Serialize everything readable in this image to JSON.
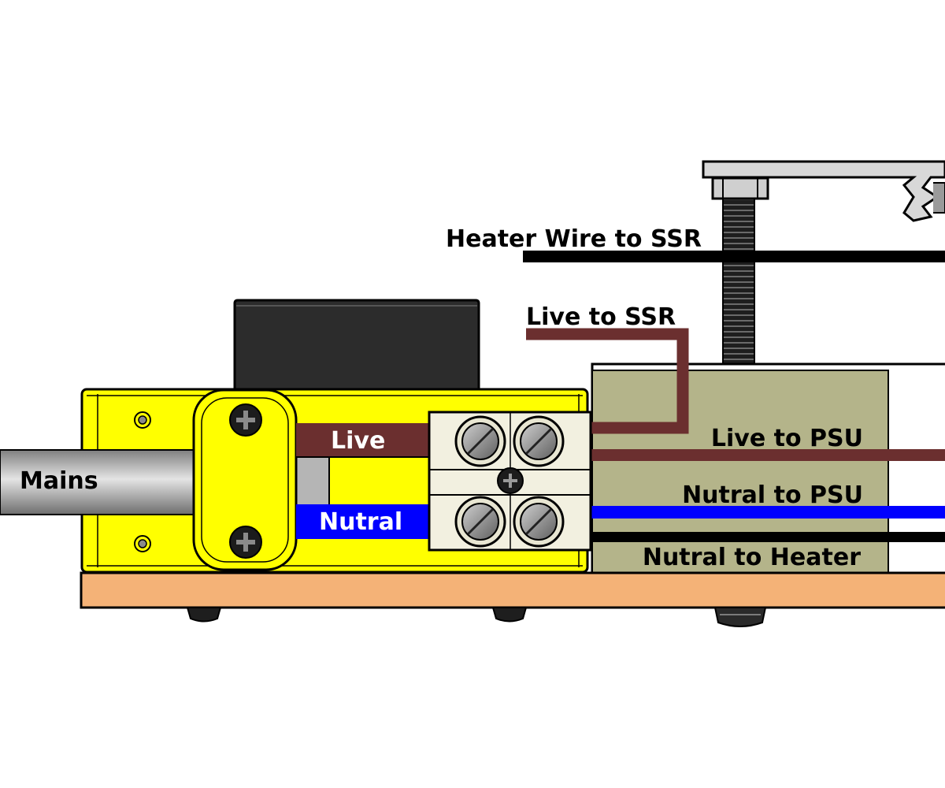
{
  "labels": {
    "mains": "Mains",
    "live": "Live",
    "nutral": "Nutral",
    "heater_wire_to_ssr": "Heater Wire to SSR",
    "live_to_ssr": "Live to SSR",
    "live_to_psu": "Live to PSU",
    "nutral_to_psu": "Nutral to PSU",
    "nutral_to_heater": "Nutral to Heater"
  },
  "colors": {
    "live_wire": "#6b2f2f",
    "nutral_wire": "#0000ff",
    "heater_wire": "#000000",
    "housing": "#ffff00",
    "base_plate": "#f4b277",
    "enclosure": "#b4b48a",
    "terminal_block": "#f2f0e0",
    "mains_cable": "#b5b5b5"
  }
}
